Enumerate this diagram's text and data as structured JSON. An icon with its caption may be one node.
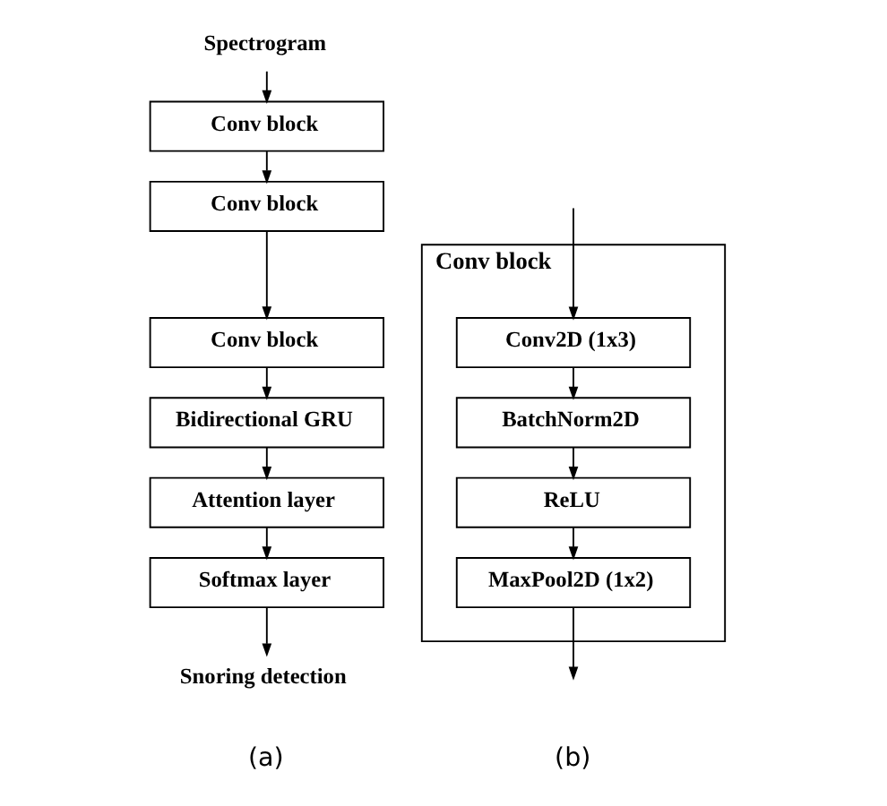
{
  "diagram": {
    "nodes": [
      {
        "text": [
          "Spectrogram"
        ]
      },
      {
        "text": [
          "Conv block"
        ]
      },
      {
        "text": [
          "Conv block"
        ]
      },
      {
        "text": [
          "Conv block"
        ]
      },
      {
        "text": [
          "Bidirectional GRU"
        ]
      },
      {
        "text": [
          "Attention layer"
        ]
      },
      {
        "text": [
          "Softmax layer"
        ]
      },
      {
        "text": [
          "Snoring detection"
        ]
      },
      {
        "text": [
          "Conv block"
        ]
      },
      {
        "text": [
          "Conv2D (1x3)"
        ],
        "in": 8
      },
      {
        "text": [
          "BatchNorm2D"
        ],
        "in": 8
      },
      {
        "text": [
          "ReLU"
        ],
        "in": 8
      },
      {
        "text": [
          "MaxPool2D (1x2)"
        ],
        "in": 8
      }
    ],
    "edges": [
      {
        "from": 0,
        "to": 1,
        "arrow": "to"
      },
      {
        "from": 1,
        "to": 2,
        "arrow": "to"
      },
      {
        "from": 2,
        "to": 3,
        "arrow": "to"
      },
      {
        "from": 3,
        "to": 4,
        "arrow": "to"
      },
      {
        "from": 4,
        "to": 5,
        "arrow": "to"
      },
      {
        "from": 5,
        "to": 6,
        "arrow": "to"
      },
      {
        "from": 6,
        "to": 7,
        "arrow": "to"
      },
      {
        "from": null,
        "to": 9,
        "arrow": "to"
      },
      {
        "from": 9,
        "to": 10,
        "arrow": "to"
      },
      {
        "from": 10,
        "to": 11,
        "arrow": "to"
      },
      {
        "from": 11,
        "to": 12,
        "arrow": "to"
      },
      {
        "from": 12,
        "to": null,
        "arrow": "to"
      }
    ],
    "labels": [
      "(a)",
      "(b)"
    ]
  }
}
